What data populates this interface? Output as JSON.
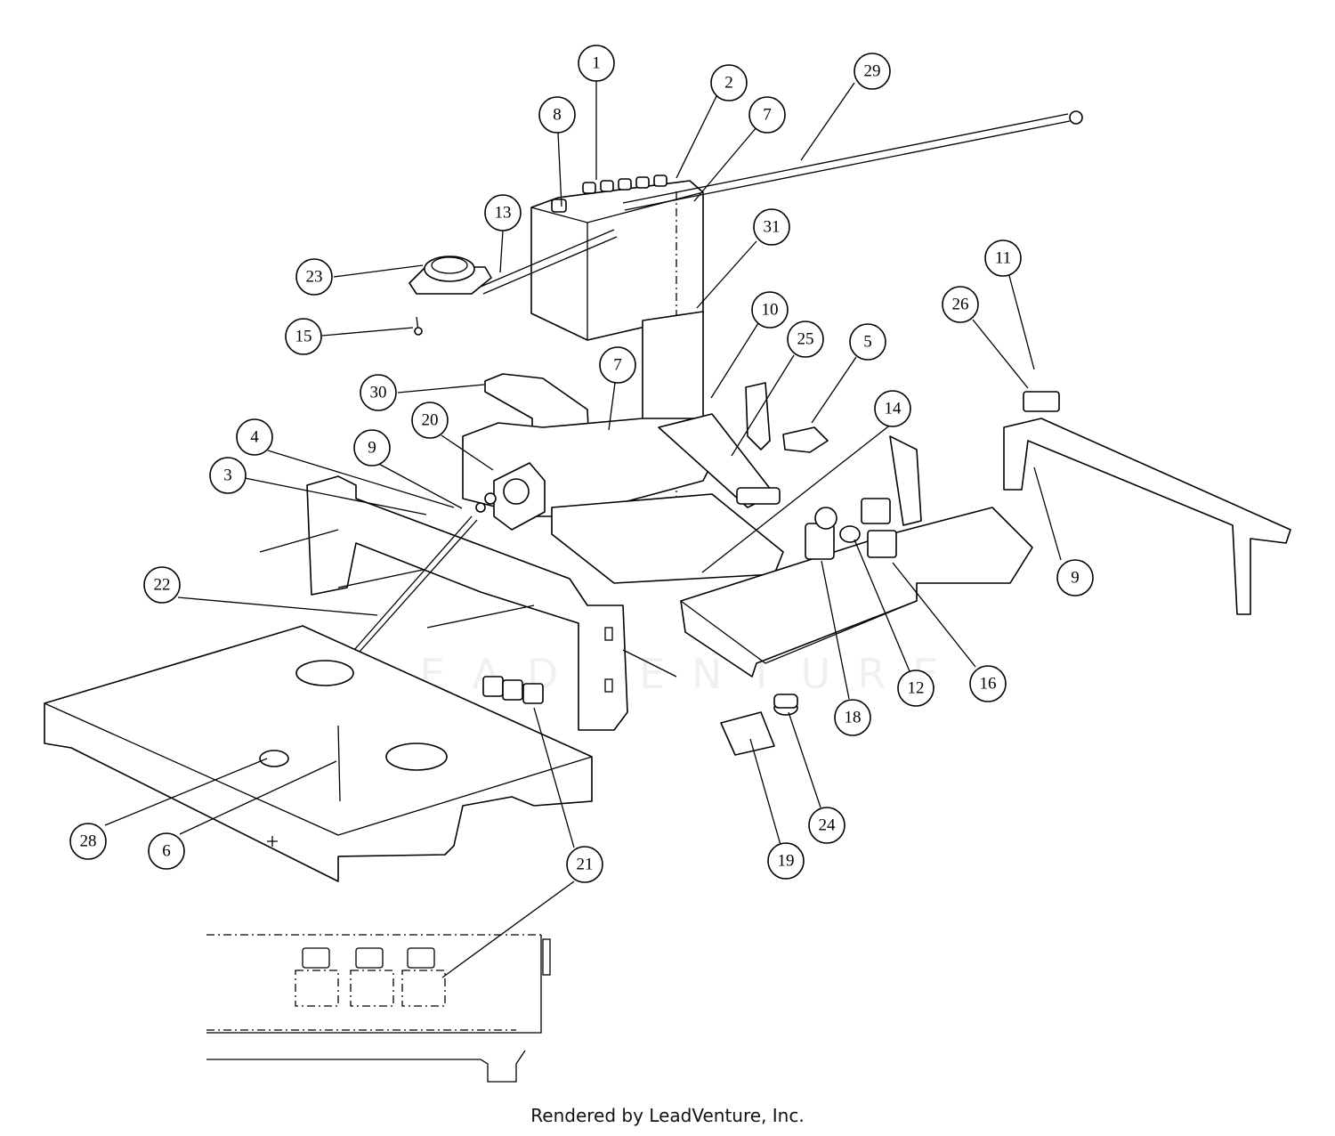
{
  "watermark": "LEADVENTURE",
  "credit": "Rendered by LeadVenture, Inc.",
  "callouts": [
    {
      "label": "1"
    },
    {
      "label": "2"
    },
    {
      "label": "29"
    },
    {
      "label": "8"
    },
    {
      "label": "7"
    },
    {
      "label": "13"
    },
    {
      "label": "31"
    },
    {
      "label": "23"
    },
    {
      "label": "15"
    },
    {
      "label": "10"
    },
    {
      "label": "25"
    },
    {
      "label": "5"
    },
    {
      "label": "11"
    },
    {
      "label": "26"
    },
    {
      "label": "30"
    },
    {
      "label": "7"
    },
    {
      "label": "20"
    },
    {
      "label": "14"
    },
    {
      "label": "4"
    },
    {
      "label": "9"
    },
    {
      "label": "3"
    },
    {
      "label": "22"
    },
    {
      "label": "9"
    },
    {
      "label": "18"
    },
    {
      "label": "12"
    },
    {
      "label": "16"
    },
    {
      "label": "28"
    },
    {
      "label": "6"
    },
    {
      "label": "24"
    },
    {
      "label": "19"
    },
    {
      "label": "21"
    }
  ]
}
